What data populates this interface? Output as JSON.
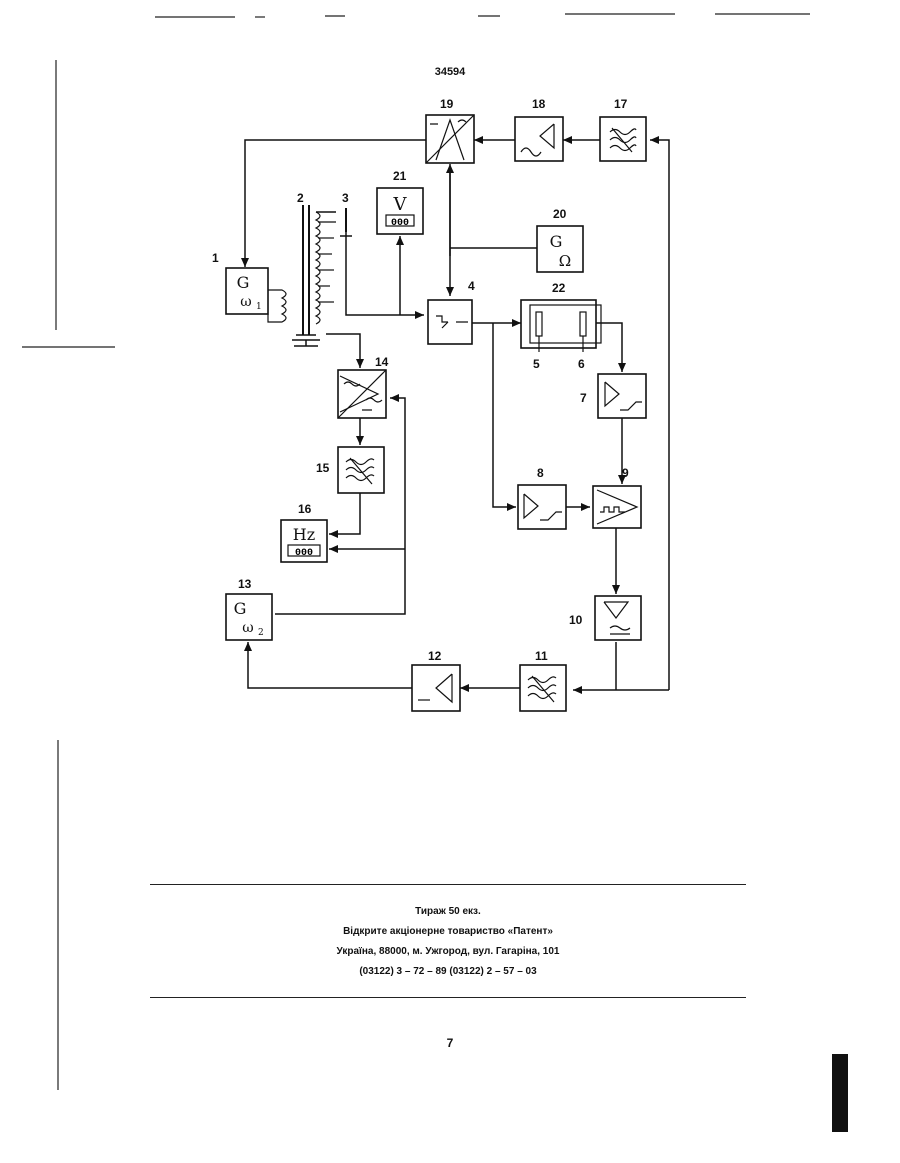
{
  "document": {
    "number": "34594",
    "page_number": "7",
    "footer": {
      "line1": "Тираж 50 екз.",
      "line2": "Відкрите акціонерне товариство «Патент»",
      "line3": "Україна, 88000, м. Ужгород, вул. Гагаріна, 101",
      "line4": "(03122) 3 – 72 – 89   (03122) 2 – 57 – 03"
    }
  },
  "diagram": {
    "labels": {
      "n1": "1",
      "n2": "2",
      "n3": "3",
      "n4": "4",
      "n5": "5",
      "n6": "6",
      "n7": "7",
      "n8": "8",
      "n9": "9",
      "n10": "10",
      "n11": "11",
      "n12": "12",
      "n13": "13",
      "n14": "14",
      "n15": "15",
      "n16": "16",
      "n17": "17",
      "n18": "18",
      "n19": "19",
      "n20": "20",
      "n21": "21",
      "n22": "22"
    },
    "symbols": {
      "gen_letter": "G",
      "omega1": "ω",
      "sub1": "1",
      "omega2": "ω",
      "sub2": "2",
      "ohm": "Ω",
      "volt": "V",
      "hz": "Hz",
      "digits": "000"
    }
  }
}
